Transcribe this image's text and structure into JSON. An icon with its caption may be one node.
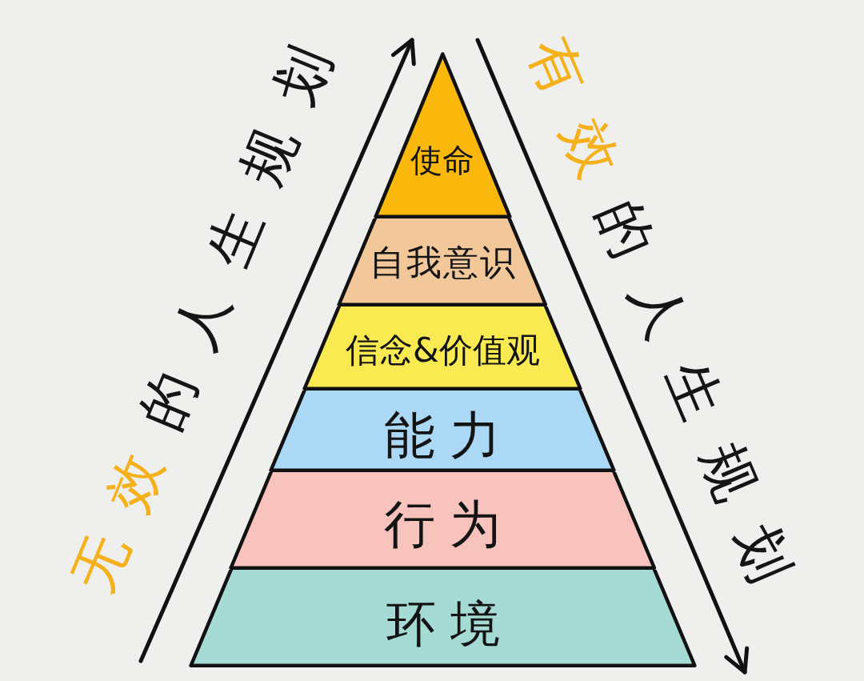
{
  "diagram": {
    "nodes": [
      {
        "text": [
          "使命"
        ]
      },
      {
        "text": [
          "自我意识"
        ]
      },
      {
        "text": [
          "信念&价值观"
        ]
      },
      {
        "text": [
          "能力"
        ]
      },
      {
        "text": [
          "行为"
        ]
      },
      {
        "text": [
          "环境"
        ]
      }
    ],
    "labels": [
      "无效",
      "的人生规划",
      "有效",
      "的人生规划"
    ]
  }
}
